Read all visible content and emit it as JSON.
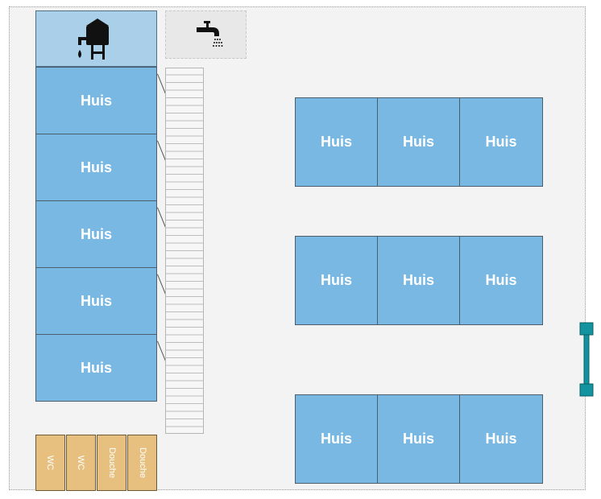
{
  "houses": {
    "label": "Huis"
  },
  "sanitary": [
    {
      "label": "WC"
    },
    {
      "label": "WC"
    },
    {
      "label": "Douche"
    },
    {
      "label": "Douche"
    }
  ],
  "icons": {
    "water_tank": "water-tank-icon",
    "tap": "water-tap-icon"
  },
  "colors": {
    "house": "#7ab8e4",
    "tank_block": "#a9cfe9",
    "sanitary": "#e7c07f",
    "gate": "#13939f",
    "site": "#f3f3f3"
  }
}
